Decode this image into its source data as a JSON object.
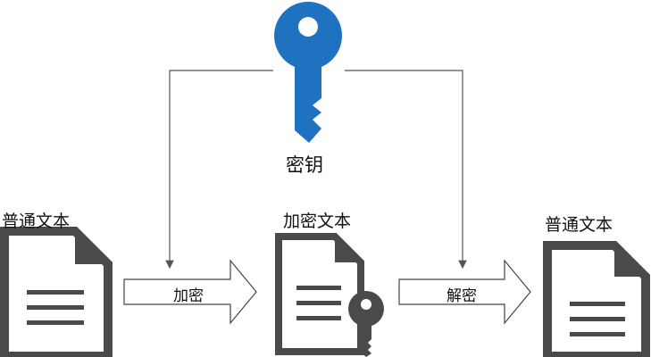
{
  "key": {
    "label": "密钥"
  },
  "documents": {
    "plaintext_left": {
      "label": "普通文本"
    },
    "ciphertext": {
      "label": "加密文本"
    },
    "plaintext_right": {
      "label": "普通文本"
    }
  },
  "arrows": {
    "encrypt": {
      "label": "加密"
    },
    "decrypt": {
      "label": "解密"
    }
  },
  "colors": {
    "key_blue": "#1f72c0",
    "doc_gray": "#4a4a4a",
    "arrow_stroke": "#444444",
    "line": "#555555"
  }
}
